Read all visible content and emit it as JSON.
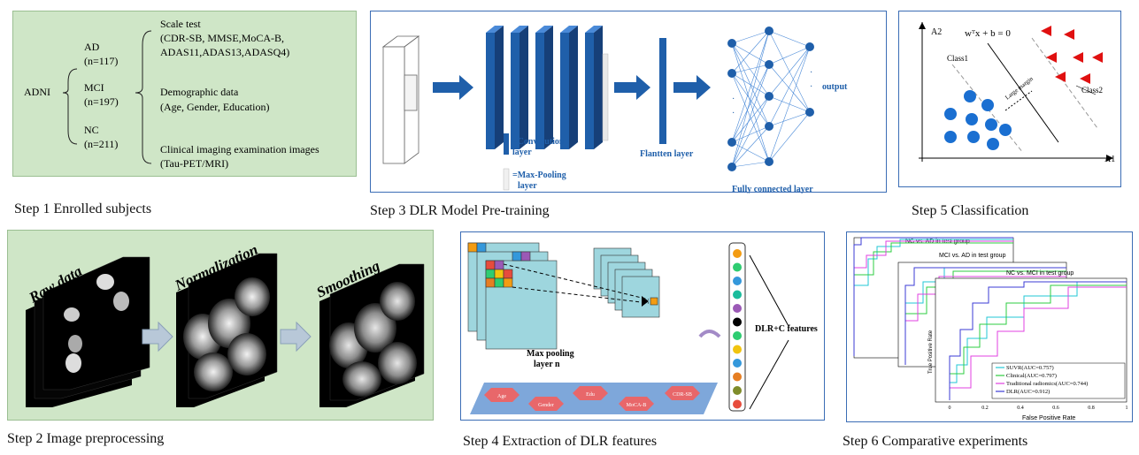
{
  "colors": {
    "green_panel": "#cfe6c7",
    "blue_accent": "#1f5faa",
    "blue_border": "#3b6db5",
    "red_marker": "#e01010",
    "dot_blue": "#1a6fd1",
    "hex_red": "#e8676a",
    "base_blue": "#7ea7da",
    "teal_map": "#9ed6de"
  },
  "step1": {
    "caption": "Step 1  Enrolled subjects",
    "root": "ADNI",
    "groups": [
      {
        "label": "AD",
        "count": "(n=117)"
      },
      {
        "label": "MCI",
        "count": "(n=197)"
      },
      {
        "label": "NC",
        "count": "(n=211)"
      }
    ],
    "data_items": [
      {
        "title": "Scale test",
        "line1": "(CDR-SB, MMSE,MoCA-B,",
        "line2": "ADAS11,ADAS13,ADASQ4)"
      },
      {
        "title": "Demographic data",
        "line1": "(Age, Gender, Education)",
        "line2": ""
      },
      {
        "title": "Clinical imaging examination images",
        "line1": "(Tau-PET/MRI)",
        "line2": ""
      }
    ]
  },
  "step2": {
    "caption": "Step 2 Image preprocessing",
    "labels": [
      "Raw data",
      "Normalization",
      "Smoothing"
    ]
  },
  "step3": {
    "caption": "Step 3 DLR Model Pre-training",
    "legend_conv": "=Convolution",
    "legend_conv2": "layer",
    "legend_pool": "=Max-Pooling",
    "legend_pool2": "layer",
    "flatten": "Flantten layer",
    "output": "output",
    "fc": "Fully connected layer"
  },
  "step4": {
    "caption": "Step 4 Extraction of DLR features",
    "pool_label1": "Max pooling",
    "pool_label2": "layer n",
    "features": "DLR+C features",
    "clinical": [
      "Age",
      "Gender",
      "Edu",
      "MoCA-B",
      "CDR-SB"
    ],
    "vector_colors": [
      "#f39c12",
      "#2ecc71",
      "#3498db",
      "#1abc9c",
      "#9b59b6",
      "#000000",
      "#2ecc71",
      "#f1c40f",
      "#3498db",
      "#e67e22",
      "#7f8c2a",
      "#e74c3c"
    ]
  },
  "step5": {
    "caption": "Step 5 Classification",
    "equation": "wᵀx + b = 0",
    "class1": "Class1",
    "class2": "Class2",
    "margin": "Large margin",
    "axis_x": "A1",
    "axis_y": "A2"
  },
  "step6": {
    "caption": "Step 6 Comparative experiments",
    "titles": [
      "NC vs. AD in test group",
      "MCI vs. AD in test group",
      "NC vs. MCI in test group"
    ],
    "ylabel": "True Positive Rate",
    "xlabel": "False Positive Rate",
    "ticks": [
      "0",
      "0.2",
      "0.4",
      "0.6",
      "0.8",
      "1"
    ],
    "legend": [
      {
        "label": "SUVR(AUC=0.757)",
        "color": "#22c7d6"
      },
      {
        "label": "Clinical(AUC=0.797)",
        "color": "#2ecc40"
      },
      {
        "label": "Traditional radiomics(AUC=0.744)",
        "color": "#e040e0"
      },
      {
        "label": "DLR(AUC=0.912)",
        "color": "#3b3bd6"
      }
    ]
  }
}
